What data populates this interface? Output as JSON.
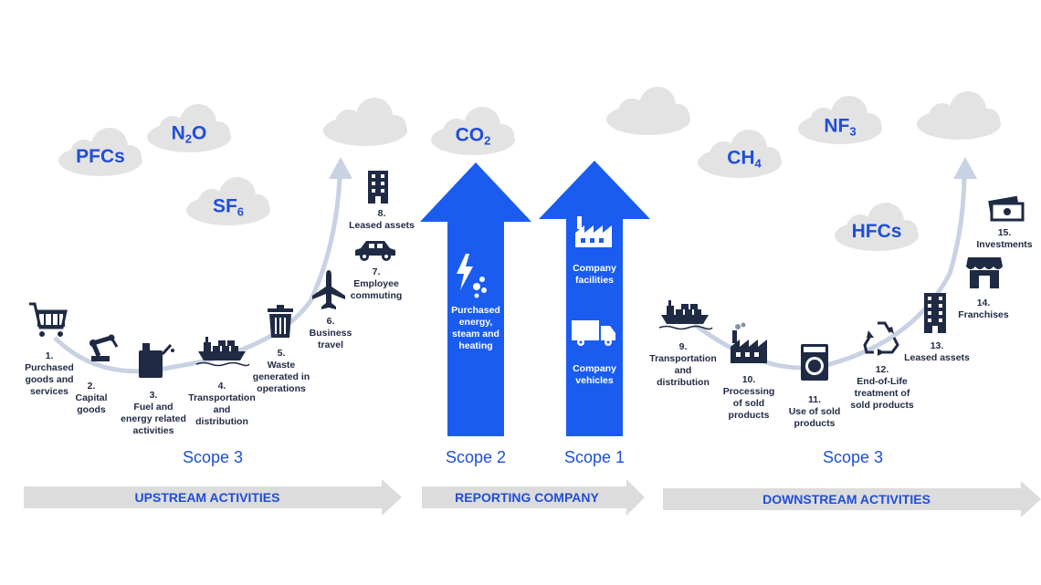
{
  "gases": [
    {
      "id": "pfcs",
      "base": "PFCs",
      "sub": ""
    },
    {
      "id": "n2o",
      "base": "N",
      "sub": "2",
      "tail": "O"
    },
    {
      "id": "sf6",
      "base": "SF",
      "sub": "6"
    },
    {
      "id": "co2",
      "base": "CO",
      "sub": "2"
    },
    {
      "id": "ch4",
      "base": "CH",
      "sub": "4"
    },
    {
      "id": "nf3",
      "base": "NF",
      "sub": "3"
    },
    {
      "id": "hfcs",
      "base": "HFCs",
      "sub": ""
    }
  ],
  "upstream": [
    {
      "num": "1.",
      "lines": [
        "Purchased",
        "goods and",
        "services"
      ],
      "icon": "shopping-cart-icon"
    },
    {
      "num": "2.",
      "lines": [
        "Capital",
        "goods"
      ],
      "icon": "robotic-arm-icon"
    },
    {
      "num": "3.",
      "lines": [
        "Fuel and",
        "energy related",
        "activities"
      ],
      "icon": "fuel-can-icon"
    },
    {
      "num": "4.",
      "lines": [
        "Transportation",
        "and",
        "distribution"
      ],
      "icon": "cargo-ship-icon"
    },
    {
      "num": "5.",
      "lines": [
        "Waste",
        "generated in",
        "operations"
      ],
      "icon": "trash-bin-icon"
    },
    {
      "num": "6.",
      "lines": [
        "Business",
        "travel"
      ],
      "icon": "airplane-icon"
    },
    {
      "num": "7.",
      "lines": [
        "Employee",
        "commuting"
      ],
      "icon": "car-icon"
    },
    {
      "num": "8.",
      "lines": [
        "Leased assets"
      ],
      "icon": "office-building-icon"
    }
  ],
  "downstream": [
    {
      "num": "9.",
      "lines": [
        "Transportation",
        "and",
        "distribution"
      ],
      "icon": "cargo-ship-icon"
    },
    {
      "num": "10.",
      "lines": [
        "Processing",
        "of sold",
        "products"
      ],
      "icon": "factory-icon"
    },
    {
      "num": "11.",
      "lines": [
        "Use of sold",
        "products"
      ],
      "icon": "washing-machine-icon"
    },
    {
      "num": "12.",
      "lines": [
        "End-of-Life",
        "treatment of",
        "sold products"
      ],
      "icon": "recycle-icon"
    },
    {
      "num": "13.",
      "lines": [
        "Leased assets"
      ],
      "icon": "office-building-icon"
    },
    {
      "num": "14.",
      "lines": [
        "Franchises"
      ],
      "icon": "storefront-icon"
    },
    {
      "num": "15.",
      "lines": [
        "Investments"
      ],
      "icon": "banknotes-icon"
    }
  ],
  "scope2": {
    "label": "Scope 2",
    "text": [
      "Purchased",
      "energy,",
      "steam and",
      "heating"
    ],
    "icon": "lightning-icon"
  },
  "scope1": {
    "label": "Scope 1",
    "facilities": [
      "Company",
      "facilities"
    ],
    "vehicles": [
      "Company",
      "vehicles"
    ],
    "icons": [
      "factory-icon",
      "truck-icon"
    ]
  },
  "scope3_left": "Scope 3",
  "scope3_right": "Scope 3",
  "bands": {
    "upstream": "UPSTREAM ACTIVITIES",
    "reporting": "REPORTING COMPANY",
    "downstream": "DOWNSTREAM ACTIVITIES"
  },
  "colors": {
    "blue": "#1a5cf0",
    "text_blue": "#1f4ed8",
    "icon_navy": "#1f2a44",
    "cloud": "#e3e3e3",
    "band": "#dcdcdc",
    "curve": "#c9d2e3"
  }
}
